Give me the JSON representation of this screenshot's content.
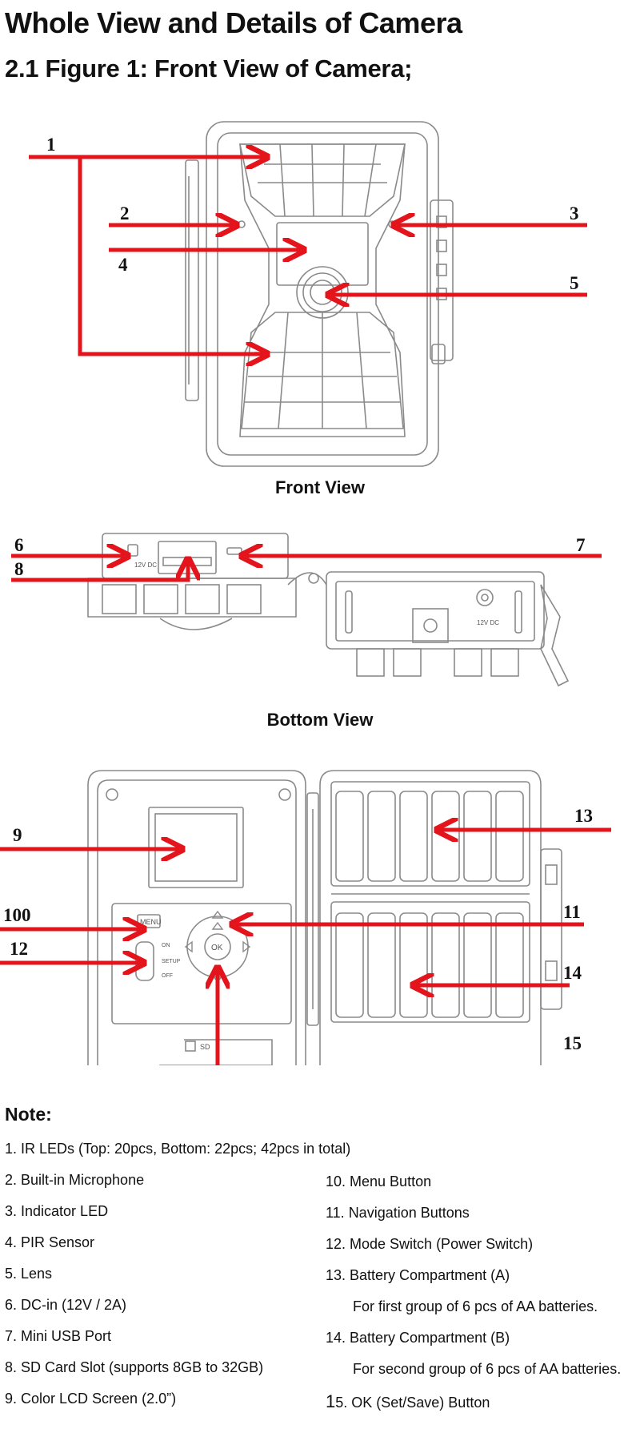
{
  "title": "Whole View and Details of Camera",
  "subtitle": "2.1 Figure 1: Front View of Camera;",
  "figures": {
    "front": {
      "caption": "Front View",
      "callouts": [
        "1",
        "2",
        "3",
        "4",
        "5"
      ]
    },
    "bottom": {
      "caption": "Bottom View",
      "callouts": [
        "6",
        "7",
        "8"
      ],
      "dc_label": "12V DC"
    },
    "inside": {
      "callouts": [
        "9",
        "100",
        "12",
        "13",
        "11",
        "14",
        "15"
      ],
      "menu_label": "MENU",
      "ok_label": "OK",
      "switch_labels": [
        "ON",
        "SETUP",
        "OFF"
      ],
      "sd_label": "SD"
    }
  },
  "note": {
    "heading": "Note:",
    "left": [
      "1. IR LEDs (Top: 20pcs, Bottom: 22pcs; 42pcs in total)",
      "2. Built-in Microphone",
      "3. Indicator LED",
      "4. PIR Sensor",
      "5. Lens",
      "6. DC-in (12V / 2A)",
      "7. Mini USB Port",
      "8. SD Card Slot (supports 8GB to 32GB)",
      "9. Color LCD Screen (2.0”)"
    ],
    "right": [
      "10. Menu Button",
      "11. Navigation Buttons",
      "12. Mode Switch (Power Switch)",
      "13. Battery Compartment (A)",
      "For first group of 6 pcs of AA batteries.",
      "14. Battery Compartment (B)",
      "For second group of 6 pcs of AA batteries.",
      "15. OK (Set/Save) Button"
    ]
  },
  "colors": {
    "arrow": "#e3141b",
    "line_art": "#8a8a8a",
    "text": "#111111"
  }
}
